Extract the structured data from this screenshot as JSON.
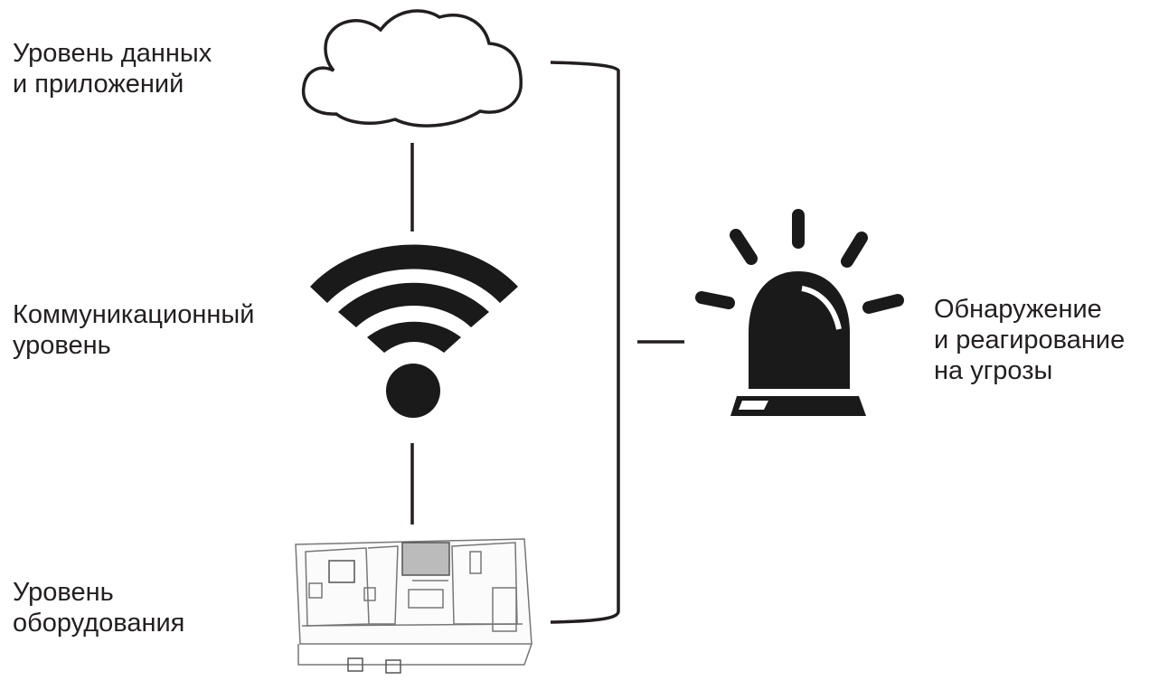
{
  "layers": {
    "data_apps": {
      "line1": "Уровень данных",
      "line2": "и приложений",
      "icon": "cloud-icon"
    },
    "communication": {
      "line1": "Коммуникационный",
      "line2": "уровень",
      "icon": "wifi-icon"
    },
    "equipment": {
      "line1": "Уровень",
      "line2": "оборудования",
      "icon": "cnc-machine-icon"
    }
  },
  "detection": {
    "line1": "Обнаружение",
    "line2": "и реагирование",
    "line3": "на угрозы",
    "icon": "alarm-beacon-icon"
  },
  "colors": {
    "ink": "#231f20",
    "background": "#ffffff"
  }
}
